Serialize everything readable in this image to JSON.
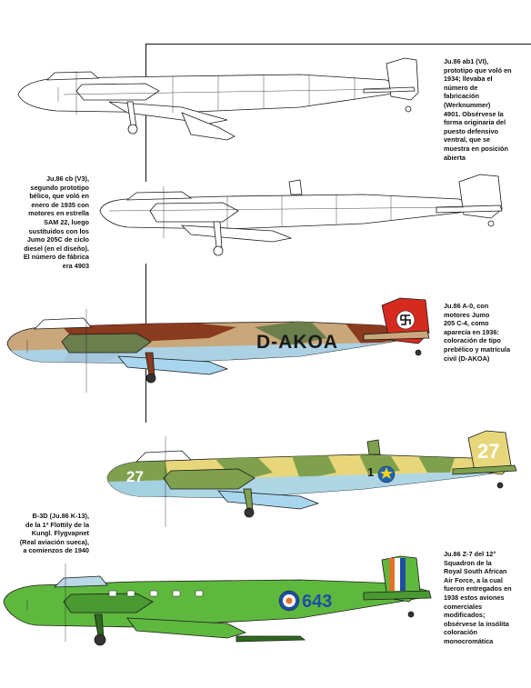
{
  "captions": {
    "ab1": [
      "Ju.86 ab1 (VI),",
      "prototipo que voló en",
      "1934; llevaba el",
      "número de",
      "fabricación",
      "(Werknummer)",
      "4901. Obsérvese la",
      "forma originaria del",
      "puesto defensivo",
      "ventral, que se",
      "muestra en posición",
      "abierta"
    ],
    "cb": [
      "Ju.86 cb (V3),",
      "segundo prototipo",
      "bélico, que voló en",
      "enero de 1935 con",
      "motores en estrella",
      "SAM 22, luego",
      "sustituidos con los",
      "Jumo 205C de ciclo",
      "diesel (en el diseño).",
      "El número de fábrica",
      "era 4903"
    ],
    "a0": [
      "Ju.86 A-0, con",
      "motores Jumo",
      "205 C-4, como",
      "aparecía en 1936:",
      "coloración de tipo",
      "prebélico y matrícula",
      "civil (D-AKOA)"
    ],
    "b3d": [
      "B-3D (Ju.86 K-13),",
      "de la 1ª Flottily de la",
      "Kungl. Flygvapnet",
      "(Real aviación sueca),",
      "a comienzos de 1940"
    ],
    "z7": [
      "Ju.86 Z-7 del 12°",
      "Squadron de la",
      "Royal South African",
      "Air Force, a la cual",
      "fueron entregados en",
      "1938 estos aviones",
      "comerciales",
      "modificados;",
      "obsérvese la insólita",
      "coloración",
      "monocromática"
    ]
  },
  "markings": {
    "registration": "D-AKOA",
    "swedish_fuselage_number": "1",
    "swedish_nose_number": "27",
    "swedish_tail_number": "27",
    "saaf_serial": "643"
  },
  "colors": {
    "outline": "#1a1a1a",
    "prototype_fill": "#ffffff",
    "a0_base": "#c9a77a",
    "a0_brown": "#8a3a1e",
    "a0_green": "#6c7e4c",
    "a0_belly": "#a9d6ef",
    "a0_tail_red": "#d62a1e",
    "swedish_yellow": "#e7d77a",
    "swedish_green": "#7fa14e",
    "swedish_belly": "#a9d6ef",
    "roundel_blue": "#1f64b4",
    "roundel_yellow": "#f3d21a",
    "saaf_green": "#5fb83e",
    "saaf_dark": "#2e6a1f",
    "saaf_blue": "#1e4ea3",
    "saaf_orange": "#e2722a",
    "saaf_red": "#c8202c"
  }
}
